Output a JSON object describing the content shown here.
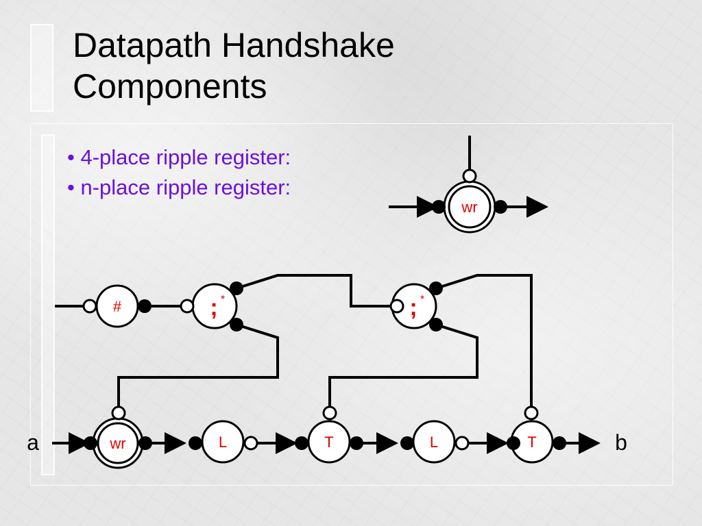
{
  "slide": {
    "title": "Datapath Handshake\nComponents",
    "bullets": [
      "• 4-place ripple register:",
      "• n-place ripple register:"
    ]
  },
  "diagram": {
    "legend_wr": "wr",
    "hash_node": "#",
    "seq1": ";",
    "seq1_star": "*",
    "seq2": ";",
    "seq2_star": "*",
    "wr_node": "wr",
    "L1": "L",
    "T1": "T",
    "L2": "L",
    "T2": "T",
    "input_label": "a",
    "output_label": "b"
  }
}
